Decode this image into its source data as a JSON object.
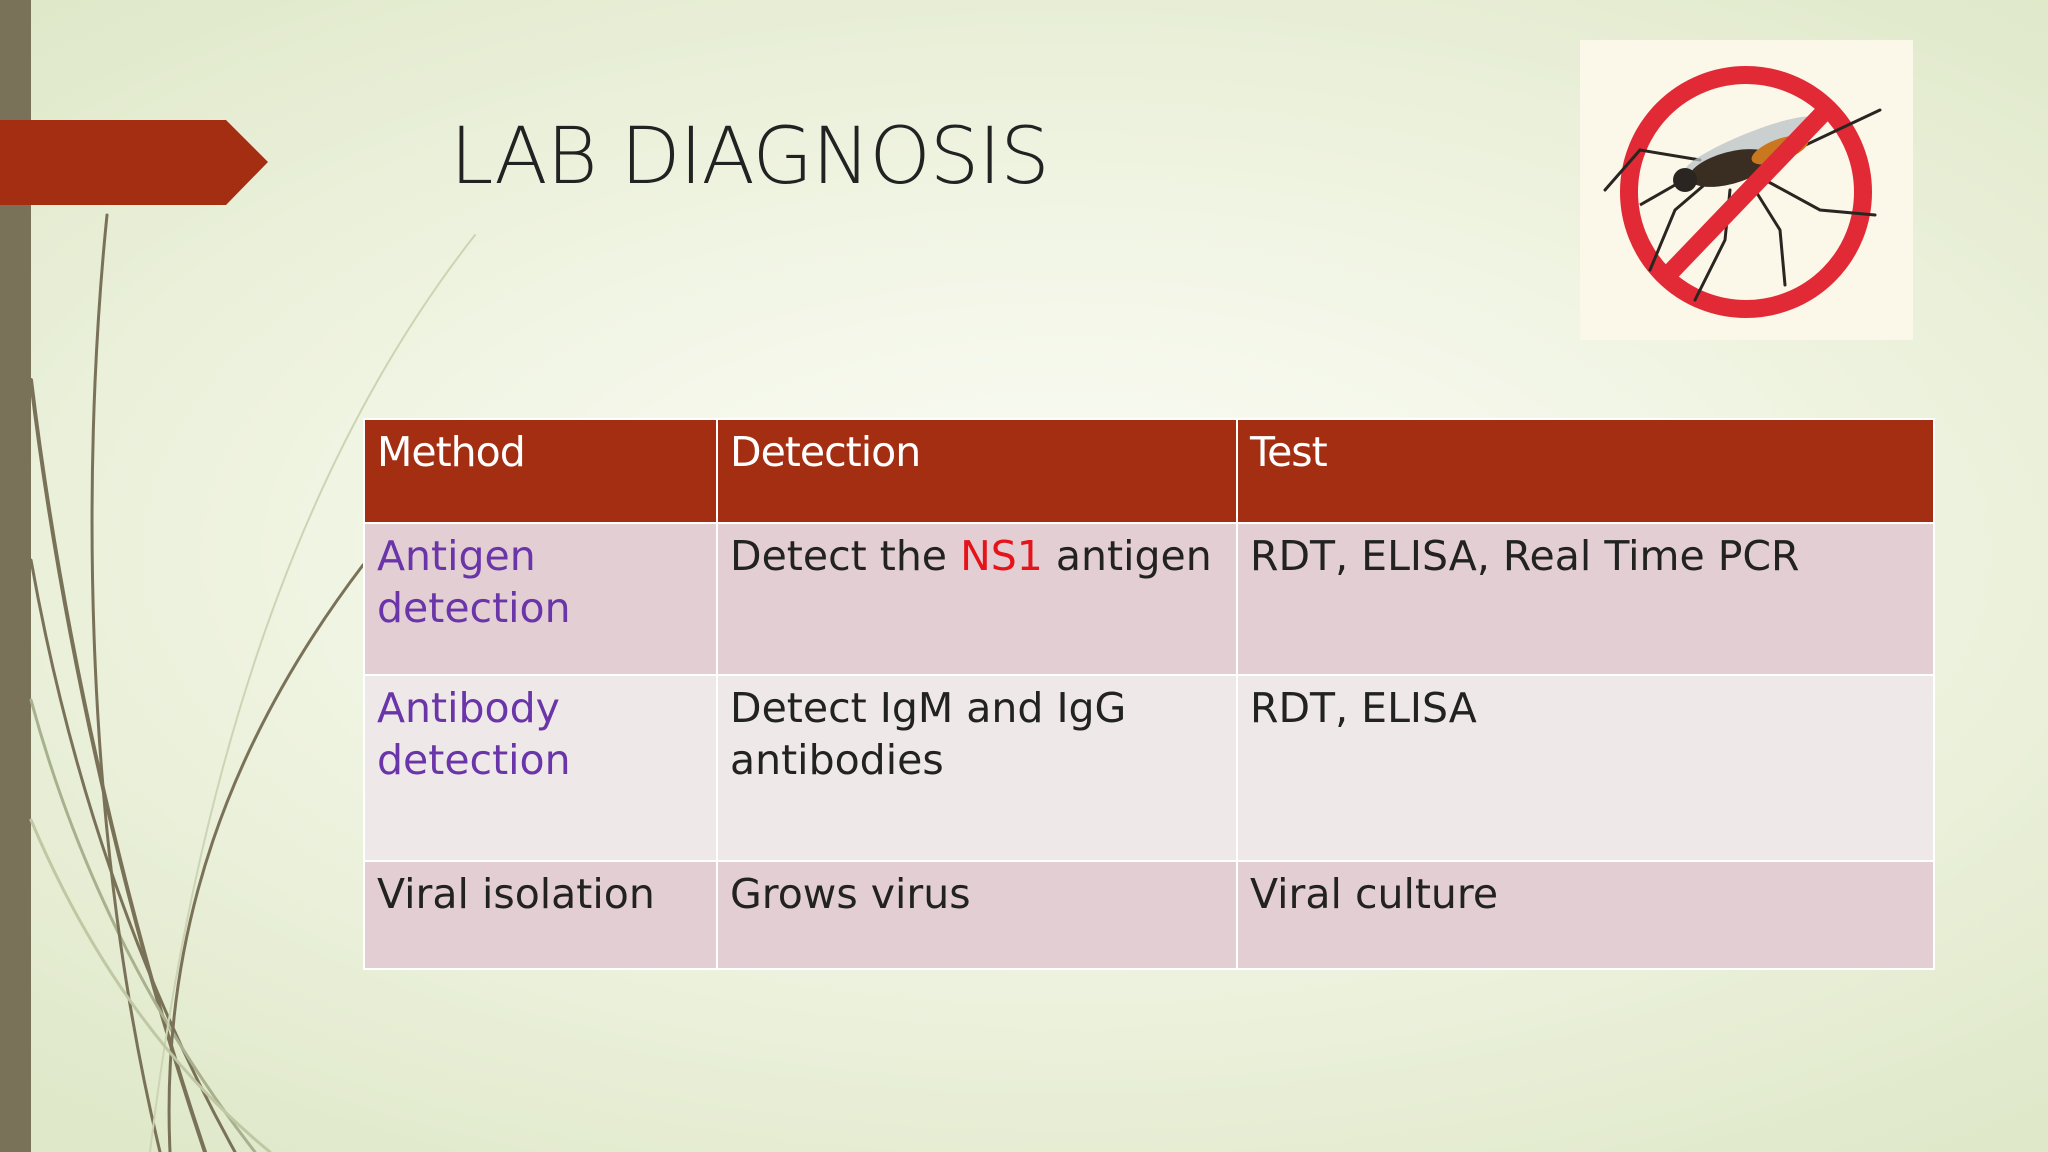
{
  "slide": {
    "title": "LAB DIAGNOSIS",
    "logo_icon": "no-mosquito-icon"
  },
  "table": {
    "headers": [
      "Method",
      "Detection",
      "Test"
    ],
    "rows": [
      {
        "method": "Antigen detection",
        "detection": {
          "before": "Detect the ",
          "highlight": "NS1",
          "after": " antigen"
        },
        "test": "RDT, ELISA, Real Time PCR"
      },
      {
        "method": "Antibody detection",
        "detection": {
          "before": "Detect IgM and IgG antibodies",
          "highlight": "",
          "after": ""
        },
        "test": "RDT, ELISA"
      },
      {
        "method": "Viral isolation",
        "detection": {
          "before": "Grows virus",
          "highlight": "",
          "after": ""
        },
        "test": "Viral culture"
      }
    ]
  },
  "colors": {
    "header_bg": "#a32e12",
    "method_text": "#6a35a8",
    "highlight": "#e5141b",
    "left_bar": "#7a7258"
  }
}
